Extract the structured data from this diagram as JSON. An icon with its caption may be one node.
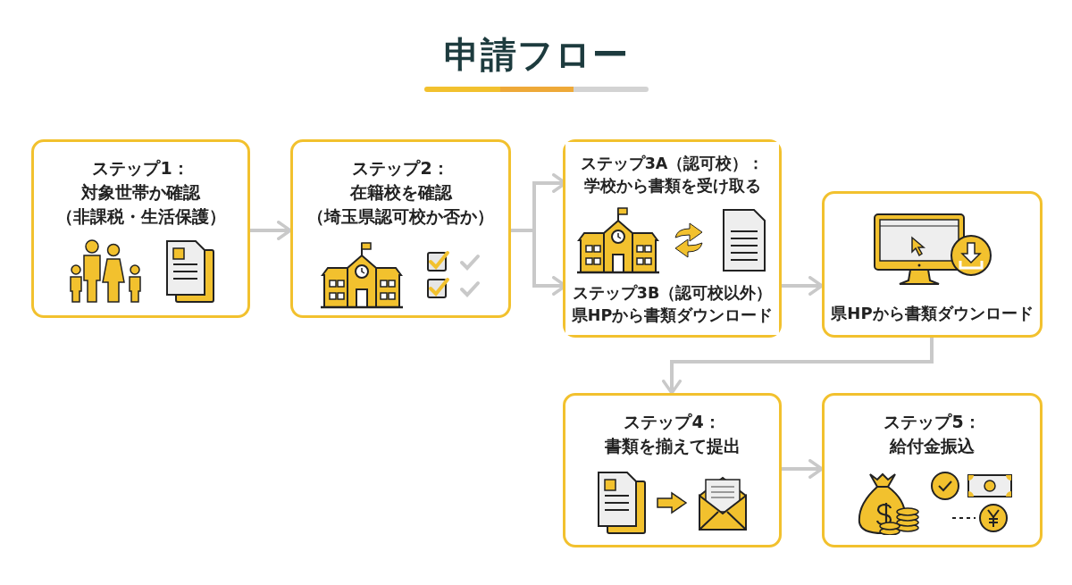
{
  "diagram": {
    "title": "申請フロー",
    "nodes": [
      {
        "text": [
          "ステップ1：",
          "対象世帯か確認",
          "（非課税・生活保護）"
        ]
      },
      {
        "text": [
          "ステップ2：",
          "在籍校を確認",
          "（埼玉県認可校か否か）"
        ]
      },
      {
        "text": [],
        "shape": "box"
      },
      {
        "text": [
          "ステップ3A（認可校）：",
          "学校から書類を受け取る"
        ],
        "in": 2
      },
      {
        "text": [
          "ステップ3B（認可校以外）",
          "県HPから書類ダウンロード"
        ],
        "in": 2
      },
      {
        "text": [
          "県HPから書類ダウンロード"
        ]
      },
      {
        "text": [
          "ステップ4：",
          "書類を揃えて提出"
        ]
      },
      {
        "text": [
          "ステップ5：",
          "給付金振込"
        ]
      }
    ],
    "edges": [
      {
        "from": 0,
        "to": 1,
        "arrow": "to"
      },
      {
        "from": 1,
        "to": 3,
        "arrow": "to"
      },
      {
        "from": 1,
        "to": 4,
        "arrow": "to"
      },
      {
        "from": 4,
        "to": 5,
        "arrow": "to"
      },
      {
        "from": 5,
        "to": 6,
        "arrow": "to"
      },
      {
        "from": 6,
        "to": 7,
        "arrow": "to"
      }
    ]
  }
}
